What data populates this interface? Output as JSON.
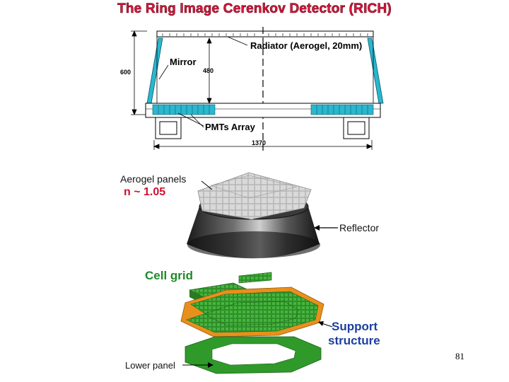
{
  "title": "The Ring Image Cerenkov Detector (RICH)",
  "top_diagram": {
    "radiator_label": "Radiator (Aerogel, 20mm)",
    "mirror_label": "Mirror",
    "pmts_label": "PMTs Array",
    "dim_height_total": "600",
    "dim_height_inner": "480",
    "dim_width": "1370"
  },
  "bottom_diagram": {
    "aerogel_label": "Aerogel panels",
    "refractive_index": "n ~ 1.05",
    "reflector_label": "Reflector",
    "cell_grid_label": "Cell grid",
    "support_label_line1": "Support",
    "support_label_line2": "structure",
    "lower_panel_label": "Lower panel"
  },
  "page_number": "81",
  "colors": {
    "title": "#e3153d",
    "pmt_cyan": "#2ab7d0",
    "cell_green": "#2f8f2a",
    "support_orange": "#e8901c",
    "index_red": "#d01030",
    "support_blue": "#1c3fa0"
  }
}
